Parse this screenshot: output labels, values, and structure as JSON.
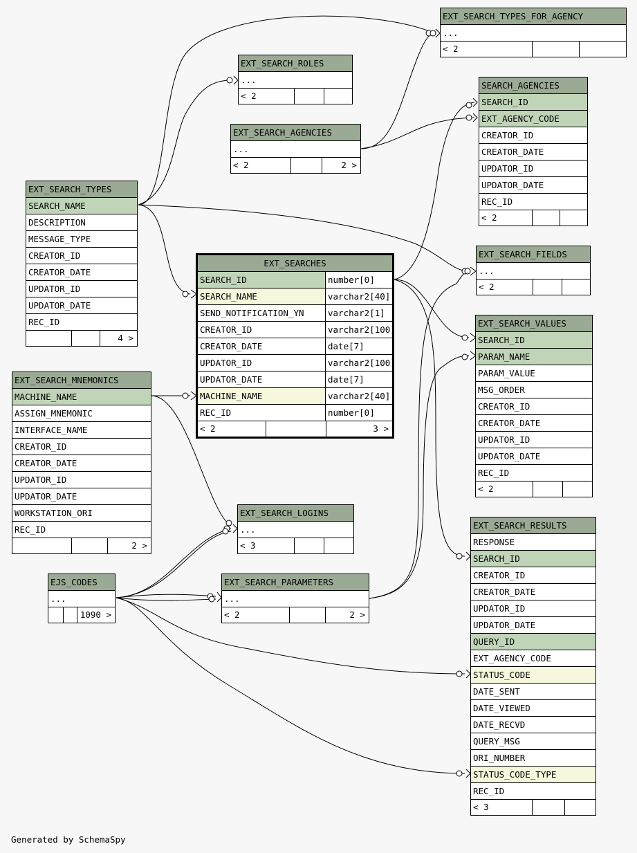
{
  "footer": {
    "credit": "Generated by SchemaSpy"
  },
  "tables": {
    "types_for_agency": {
      "title": "EXT_SEARCH_TYPES_FOR_AGENCY",
      "rows": [
        "..."
      ],
      "footer": [
        "< 2",
        "",
        ""
      ]
    },
    "roles": {
      "title": "EXT_SEARCH_ROLES",
      "rows": [
        "..."
      ],
      "footer": [
        "< 2",
        "",
        ""
      ]
    },
    "search_agencies": {
      "title": "SEARCH_AGENCIES",
      "rows": [
        "SEARCH_ID",
        "EXT_AGENCY_CODE",
        "CREATOR_ID",
        "CREATOR_DATE",
        "UPDATOR_ID",
        "UPDATOR_DATE",
        "REC_ID"
      ],
      "footer": [
        "< 2",
        "",
        ""
      ]
    },
    "ext_search_agencies": {
      "title": "EXT_SEARCH_AGENCIES",
      "rows": [
        "..."
      ],
      "footer": [
        "< 2",
        "",
        "2 >"
      ]
    },
    "search_types": {
      "title": "EXT_SEARCH_TYPES",
      "rows": [
        "SEARCH_NAME",
        "DESCRIPTION",
        "MESSAGE_TYPE",
        "CREATOR_ID",
        "CREATOR_DATE",
        "UPDATOR_ID",
        "UPDATOR_DATE",
        "REC_ID"
      ],
      "footer": [
        "",
        "",
        "4 >"
      ]
    },
    "searches": {
      "title": "EXT_SEARCHES",
      "rows": [
        {
          "name": "SEARCH_ID",
          "type": "number[0]"
        },
        {
          "name": "SEARCH_NAME",
          "type": "varchar2[40]"
        },
        {
          "name": "SEND_NOTIFICATION_YN",
          "type": "varchar2[1]"
        },
        {
          "name": "CREATOR_ID",
          "type": "varchar2[100]"
        },
        {
          "name": "CREATOR_DATE",
          "type": "date[7]"
        },
        {
          "name": "UPDATOR_ID",
          "type": "varchar2[100]"
        },
        {
          "name": "UPDATOR_DATE",
          "type": "date[7]"
        },
        {
          "name": "MACHINE_NAME",
          "type": "varchar2[40]"
        },
        {
          "name": "REC_ID",
          "type": "number[0]"
        }
      ],
      "footer": [
        "< 2",
        "",
        "3 >"
      ]
    },
    "fields": {
      "title": "EXT_SEARCH_FIELDS",
      "rows": [
        "..."
      ],
      "footer": [
        "< 2",
        "",
        ""
      ]
    },
    "values": {
      "title": "EXT_SEARCH_VALUES",
      "rows": [
        "SEARCH_ID",
        "PARAM_NAME",
        "PARAM_VALUE",
        "MSG_ORDER",
        "CREATOR_ID",
        "CREATOR_DATE",
        "UPDATOR_ID",
        "UPDATOR_DATE",
        "REC_ID"
      ],
      "footer": [
        "< 2",
        "",
        ""
      ]
    },
    "mnemonics": {
      "title": "EXT_SEARCH_MNEMONICS",
      "rows": [
        "MACHINE_NAME",
        "ASSIGN_MNEMONIC",
        "INTERFACE_NAME",
        "CREATOR_ID",
        "CREATOR_DATE",
        "UPDATOR_ID",
        "UPDATOR_DATE",
        "WORKSTATION_ORI",
        "REC_ID"
      ],
      "footer": [
        "",
        "",
        "2 >"
      ]
    },
    "logins": {
      "title": "EXT_SEARCH_LOGINS",
      "rows": [
        "..."
      ],
      "footer": [
        "< 3",
        "",
        ""
      ]
    },
    "ejs_codes": {
      "title": "EJS_CODES",
      "rows": [
        "..."
      ],
      "footer": [
        "",
        "",
        "1090 >"
      ]
    },
    "parameters": {
      "title": "EXT_SEARCH_PARAMETERS",
      "rows": [
        "..."
      ],
      "footer": [
        "< 2",
        "",
        "2 >"
      ]
    },
    "results": {
      "title": "EXT_SEARCH_RESULTS",
      "rows": [
        "RESPONSE",
        "SEARCH_ID",
        "CREATOR_ID",
        "CREATOR_DATE",
        "UPDATOR_ID",
        "UPDATOR_DATE",
        "QUERY_ID",
        "EXT_AGENCY_CODE",
        "STATUS_CODE",
        "DATE_SENT",
        "DATE_VIEWED",
        "DATE_RECVD",
        "QUERY_MSG",
        "ORI_NUMBER",
        "STATUS_CODE_TYPE",
        "REC_ID"
      ],
      "footer": [
        "< 3",
        "",
        ""
      ]
    }
  }
}
